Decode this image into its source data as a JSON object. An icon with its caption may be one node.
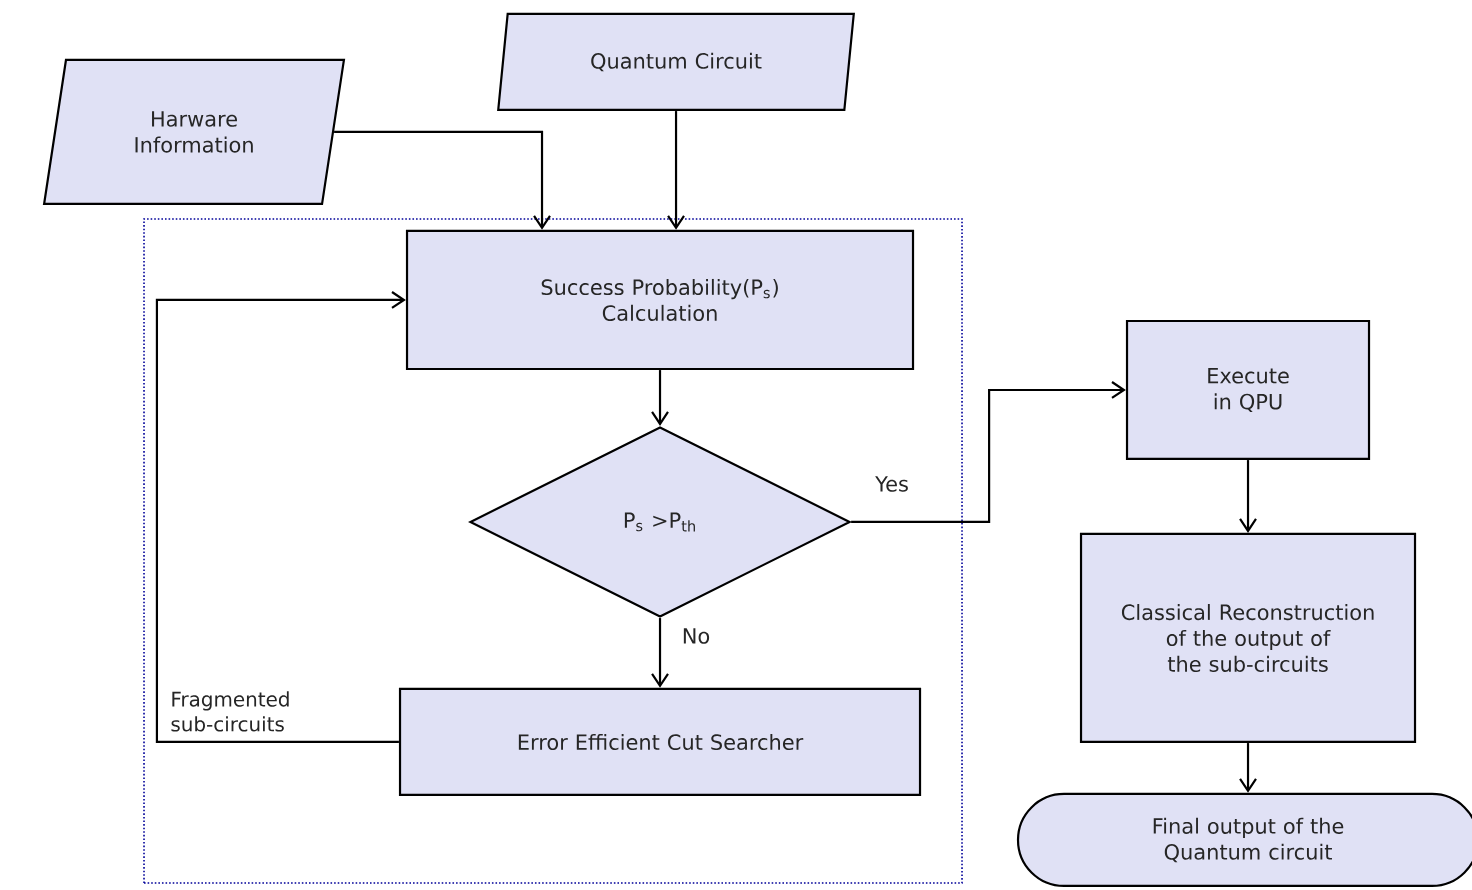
{
  "diagram": {
    "nodes": [
      {
        "text": [
          "Harware Information"
        ]
      },
      {
        "text": [
          "Quantum Circuit"
        ]
      },
      {
        "text": [],
        "shape": "box"
      },
      {
        "text": [
          "Success Probability(P$_{s}$) Calculation"
        ],
        "in": 2
      },
      {
        "text": [
          "P$_{s}$ >P$_{th}$"
        ],
        "in": 2
      },
      {
        "text": [
          "Error Efficient Cut Searcher"
        ],
        "in": 2
      },
      {
        "text": [
          "Execute in QPU"
        ]
      },
      {
        "text": [
          "Classical Reconstruction of the output of the sub-circuits"
        ]
      },
      {
        "text": [
          "Final output of the Quantum circuit"
        ]
      }
    ],
    "edges": [
      {
        "from": 0,
        "to": 3,
        "arrow": "to"
      },
      {
        "from": 1,
        "to": 3,
        "arrow": "to"
      },
      {
        "from": 3,
        "to": 4,
        "arrow": "to"
      },
      {
        "from": 4,
        "to": 6,
        "arrow": "to",
        "label": "Yes"
      },
      {
        "from": 4,
        "to": 5,
        "arrow": "to",
        "label": "No"
      },
      {
        "from": 5,
        "to": 3,
        "arrow": "to",
        "label": "Fragmented sub-circuits"
      },
      {
        "from": 6,
        "to": 7,
        "arrow": "to"
      },
      {
        "from": 7,
        "to": 8,
        "arrow": "to"
      }
    ]
  }
}
